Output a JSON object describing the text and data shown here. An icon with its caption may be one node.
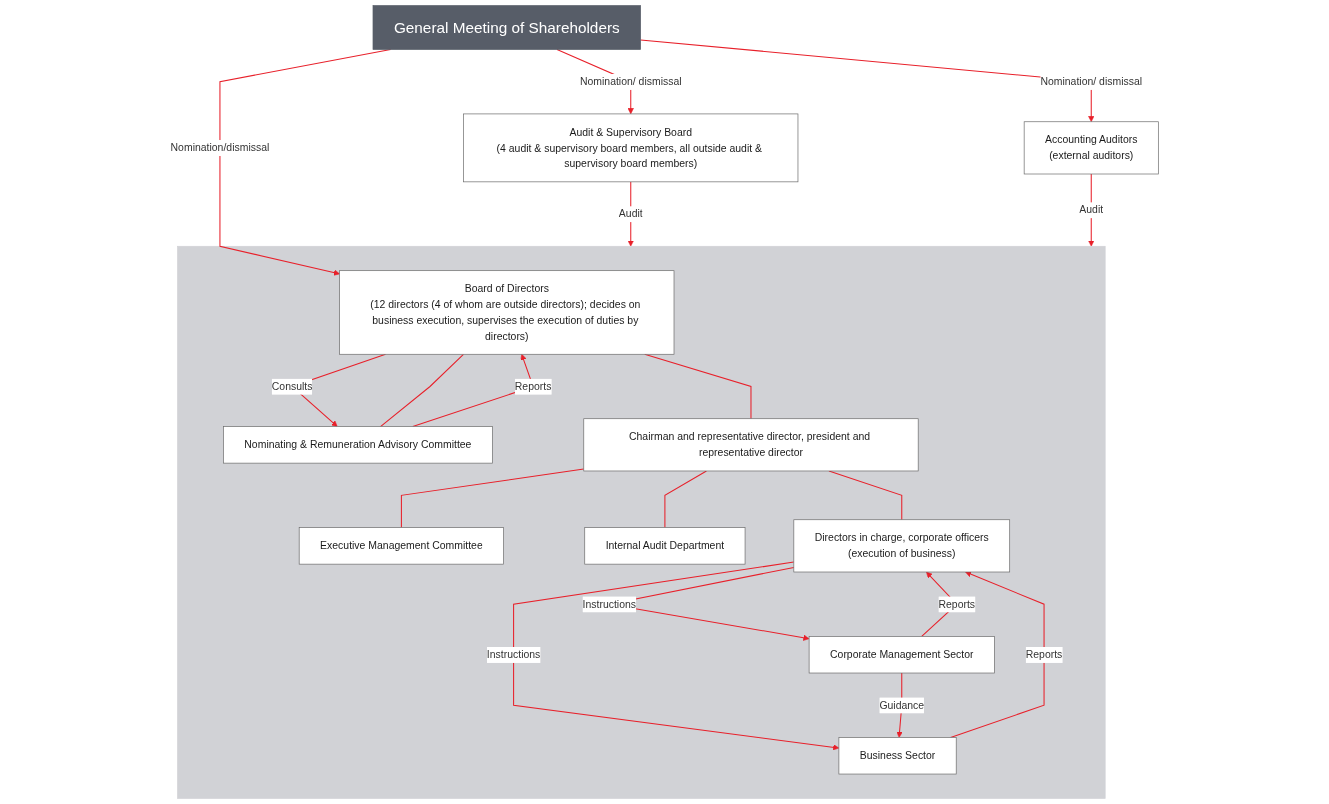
{
  "diagram": {
    "nodes": [
      {
        "text": [
          "General Meeting of Shareholders"
        ]
      },
      {
        "text": [
          "Audit & Supervisory Board",
          "(4 audit & supervisory board members, all outside audit & supervisory board members)"
        ]
      },
      {
        "text": [],
        "shape": "box"
      },
      {
        "text": [
          "Board of Directors",
          "(12 directors (4 of whom are outside directors); decides on business execution, supervises the execution of duties by directors)"
        ],
        "in": 2
      },
      {
        "text": [
          "Nominating & Remuneration Advisory Committee"
        ],
        "in": 2
      },
      {
        "text": [
          "Chairman and representative director, president and representative director"
        ],
        "in": 2
      },
      {
        "text": [
          "Executive Management Committee"
        ],
        "in": 2
      },
      {
        "text": [
          "Internal Audit Department"
        ],
        "in": 2
      },
      {
        "text": [
          "Directors in charge, corporate officers",
          "(execution of business)"
        ],
        "in": 2
      },
      {
        "text": [
          "Business Sector"
        ],
        "in": 2
      },
      {
        "text": [
          "Corporate Management Sector"
        ],
        "in": 2
      },
      {
        "text": [
          "Accounting Auditors",
          "(external auditors)"
        ]
      }
    ],
    "edges": [
      {
        "from": 0,
        "to": 1,
        "arrow": "to",
        "label": "Nomination/ dismissal"
      },
      {
        "from": 0,
        "to": 3,
        "arrow": "to",
        "label": "Nomination/dismissal"
      },
      {
        "from": 0,
        "to": 11,
        "arrow": "to",
        "label": "Nomination/ dismissal"
      },
      {
        "from": 1,
        "to": 2,
        "arrow": "to",
        "label": "Audit"
      },
      {
        "from": 11,
        "to": 2,
        "arrow": "to",
        "label": "Audit"
      },
      {
        "from": 3,
        "to": 4,
        "arrow": "to",
        "label": "Consults"
      },
      {
        "from": 4,
        "to": 3,
        "arrow": "to",
        "label": "Reports"
      },
      {
        "from": 3,
        "to": 4,
        "arrow": "none"
      },
      {
        "from": 3,
        "to": 5,
        "arrow": "none"
      },
      {
        "from": 5,
        "to": 6,
        "arrow": "none"
      },
      {
        "from": 5,
        "to": 7,
        "arrow": "none"
      },
      {
        "from": 5,
        "to": 8,
        "arrow": "none"
      },
      {
        "from": 8,
        "to": 9,
        "arrow": "to",
        "label": "Instructions"
      },
      {
        "from": 9,
        "to": 8,
        "arrow": "to",
        "label": "Reports"
      },
      {
        "from": 8,
        "to": 10,
        "arrow": "to",
        "label": "Instructions"
      },
      {
        "from": 10,
        "to": 8,
        "arrow": "to",
        "label": "Reports"
      },
      {
        "from": 10,
        "to": 9,
        "arrow": "to",
        "label": "Guidance"
      }
    ]
  }
}
